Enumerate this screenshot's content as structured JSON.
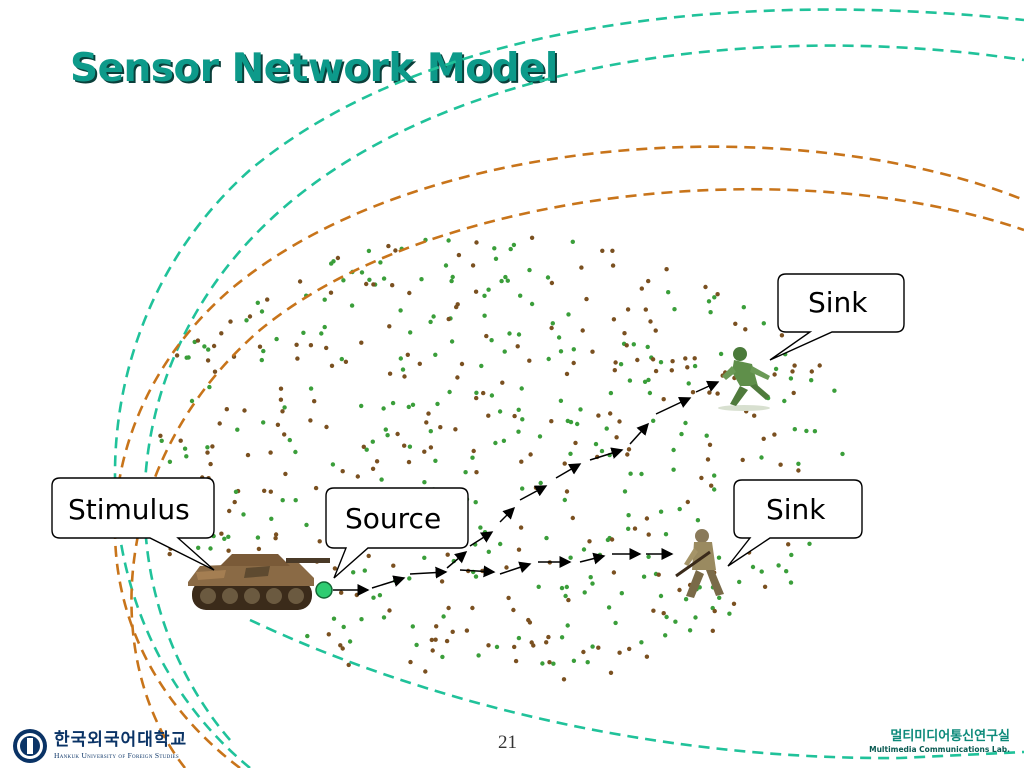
{
  "slide": {
    "title": "Sensor Network Model",
    "page_number": "21"
  },
  "labels": {
    "stimulus": "Stimulus",
    "source": "Source",
    "sink_top": "Sink",
    "sink_bottom": "Sink"
  },
  "footer": {
    "university_kr": "한국외국어대학교",
    "university_en": "Hankuk University of Foreign Studies",
    "lab_kr": "멀티미디어통신연구실",
    "lab_en": "Multimedia Communications Lab."
  },
  "colors": {
    "title": "#0d9a8a",
    "teal_wave": "#20c29a",
    "orange_wave": "#c8741a",
    "sensor_green": "#3a9e3a",
    "sensor_brown": "#7a5020",
    "source_node": "#2ecc71"
  },
  "icons": [
    "tank-icon",
    "running-soldier-icon",
    "rifle-soldier-icon",
    "university-seal-icon"
  ]
}
